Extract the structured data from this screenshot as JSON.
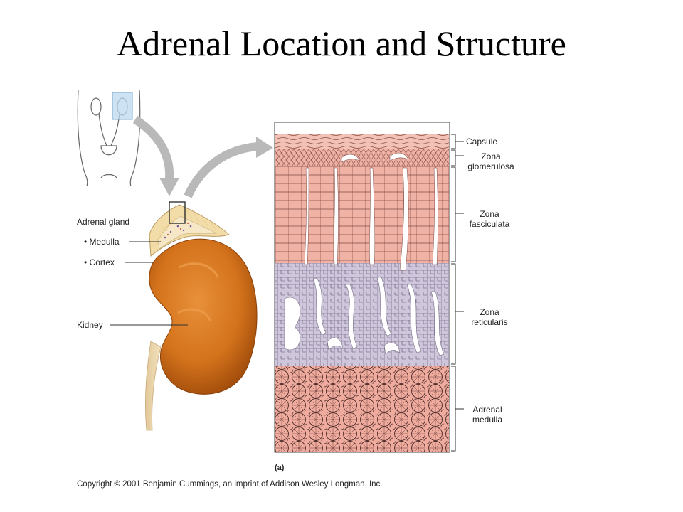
{
  "title": "Adrenal Location and Structure",
  "labels": {
    "adrenal_gland": "Adrenal gland",
    "medulla_bullet": "• Medulla",
    "cortex_bullet": "• Cortex",
    "kidney": "Kidney",
    "capsule": "Capsule",
    "zona_glomerulosa": [
      "Zona",
      "glomerulosa"
    ],
    "zona_fasciculata": [
      "Zona",
      "fasciculata"
    ],
    "zona_reticularis": [
      "Zona",
      "reticularis"
    ],
    "adrenal_medulla": [
      "Adrenal",
      "medulla"
    ]
  },
  "panel_letter": "(a)",
  "copyright": "Copyright © 2001 Benjamin Cummings, an imprint of Addison Wesley Longman, Inc.",
  "colors": {
    "kidney": "#d4731c",
    "kidney_dark": "#a8500c",
    "adrenal": "#f2dca8",
    "cortex_tissue": "#f1b2a6",
    "reticularis_tissue": "#cfc6dc",
    "medulla_tissue": "#f0ab9f",
    "arrow": "#b9b9b9",
    "highlight_box": "#bcd8ee"
  }
}
